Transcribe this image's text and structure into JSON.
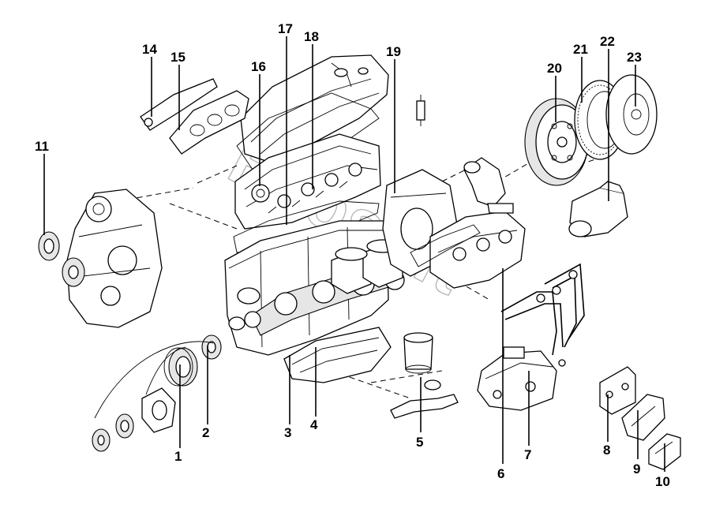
{
  "diagram": {
    "callouts": [
      {
        "id": "1",
        "label": "1"
      },
      {
        "id": "2",
        "label": "2"
      },
      {
        "id": "3",
        "label": "3"
      },
      {
        "id": "4",
        "label": "4"
      },
      {
        "id": "5",
        "label": "5"
      },
      {
        "id": "6",
        "label": "6"
      },
      {
        "id": "7",
        "label": "7"
      },
      {
        "id": "8",
        "label": "8"
      },
      {
        "id": "9",
        "label": "9"
      },
      {
        "id": "10",
        "label": "10"
      },
      {
        "id": "11",
        "label": "11"
      },
      {
        "id": "14",
        "label": "14"
      },
      {
        "id": "15",
        "label": "15"
      },
      {
        "id": "16",
        "label": "16"
      },
      {
        "id": "17",
        "label": "17"
      },
      {
        "id": "18",
        "label": "18"
      },
      {
        "id": "19",
        "label": "19"
      },
      {
        "id": "20",
        "label": "20"
      },
      {
        "id": "21",
        "label": "21"
      },
      {
        "id": "22",
        "label": "22"
      },
      {
        "id": "23",
        "label": "23"
      }
    ],
    "watermark": "Ecosoft"
  }
}
